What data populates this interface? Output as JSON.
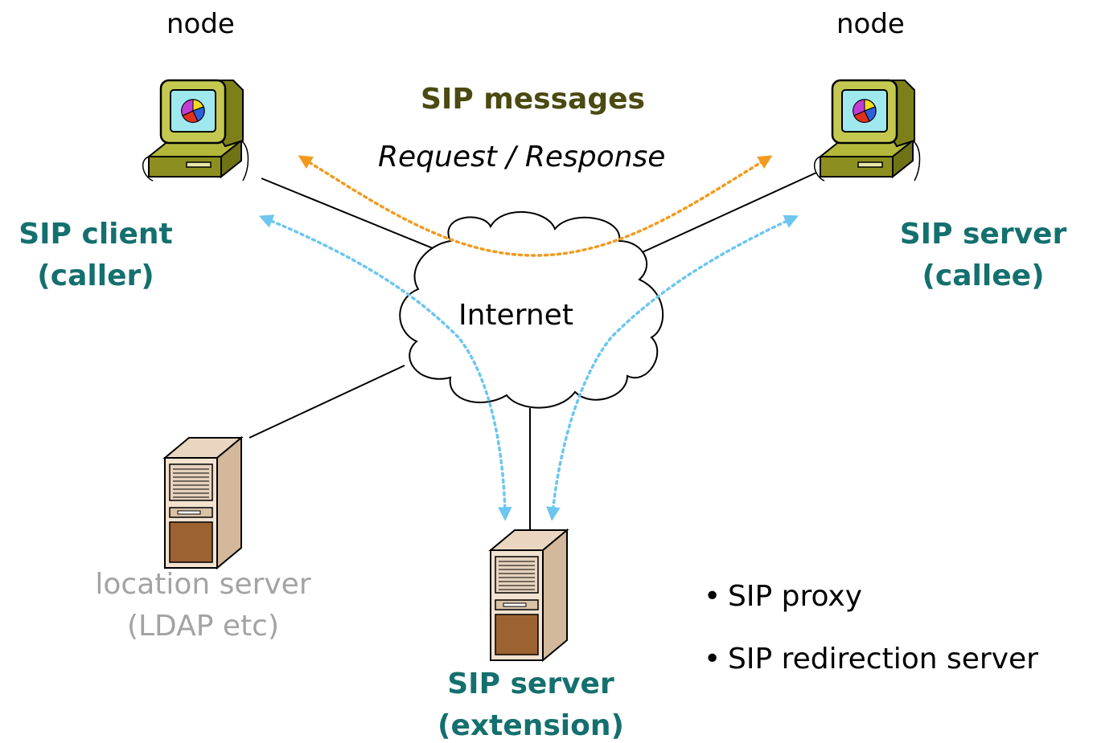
{
  "nodes": {
    "left_label": "node",
    "right_label": "node"
  },
  "roles": {
    "client_line1": "SIP client",
    "client_line2": "(caller)",
    "callee_line1": "SIP server",
    "callee_line2": "(callee)",
    "extension_line1": "SIP server",
    "extension_line2": "(extension)"
  },
  "messages": {
    "title": "SIP messages",
    "subtitle": "Request / Response"
  },
  "network": {
    "label": "Internet"
  },
  "location": {
    "line1": "location server",
    "line2": "(LDAP etc)"
  },
  "bullets": [
    "SIP proxy",
    "SIP redirection server"
  ],
  "colors": {
    "role_text": "#14706e",
    "message_title": "#4a4a12",
    "location_text": "#a3a3a3",
    "request_arrow": "#f39a1e",
    "response_arrow": "#6cc6f0"
  },
  "icons": {
    "client_pc": "desktop-computer-icon",
    "callee_pc": "desktop-computer-icon",
    "location_server": "tower-server-icon",
    "extension_server": "tower-server-icon",
    "internet": "cloud-icon"
  }
}
